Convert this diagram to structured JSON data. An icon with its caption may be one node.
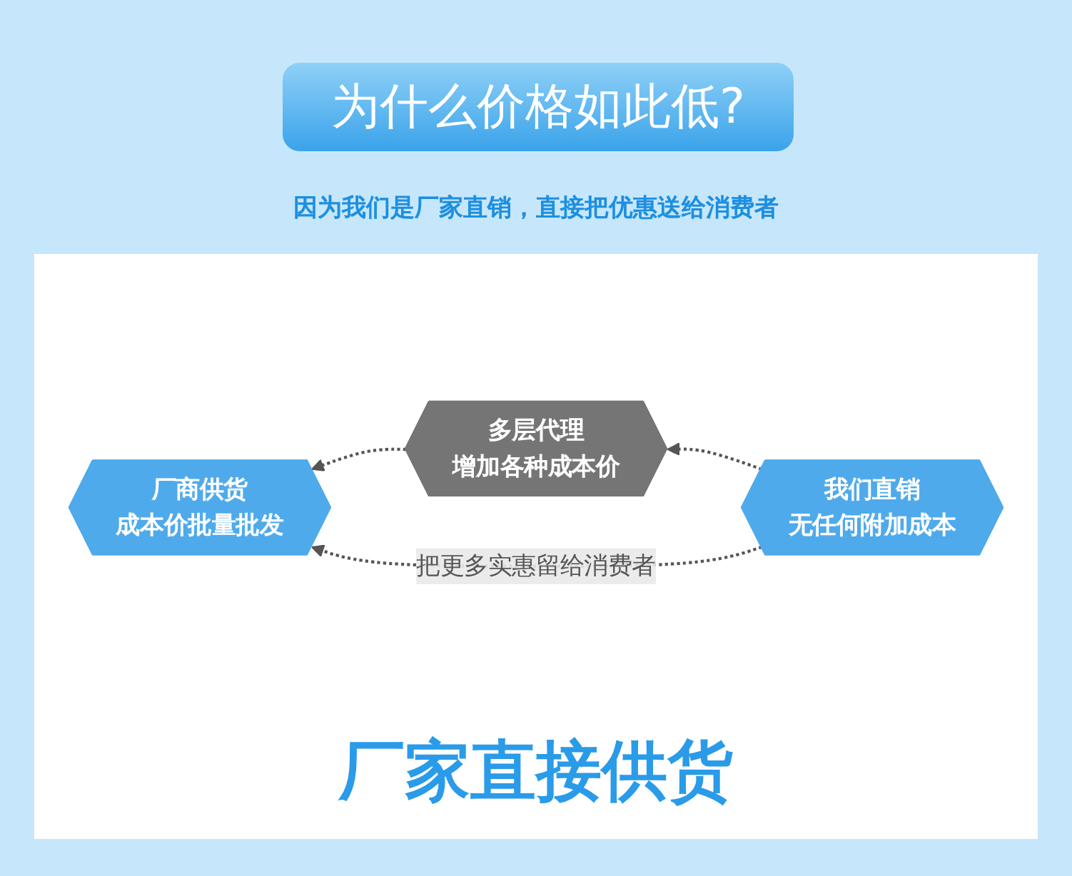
{
  "diagram": {
    "title": "为什么价格如此低?",
    "nodes": [
      {
        "text": [
          "厂商供货",
          "成本价批量批发"
        ]
      },
      {
        "text": [
          "多层代理",
          "增加各种成本价"
        ]
      },
      {
        "text": [
          "我们直销",
          "无任何附加成本"
        ]
      }
    ],
    "edges": [
      {
        "from": 1,
        "to": 0,
        "arrow": "to",
        "style": "dashed"
      },
      {
        "from": 2,
        "to": 1,
        "arrow": "to",
        "style": "dashed"
      },
      {
        "from": 2,
        "to": 0,
        "arrow": "to",
        "style": "dashed",
        "label": "把更多实惠留给消费者"
      }
    ],
    "labels": [
      "因为我们是厂家直销，直接把优惠送给消费者",
      "厂家直接供货"
    ]
  }
}
